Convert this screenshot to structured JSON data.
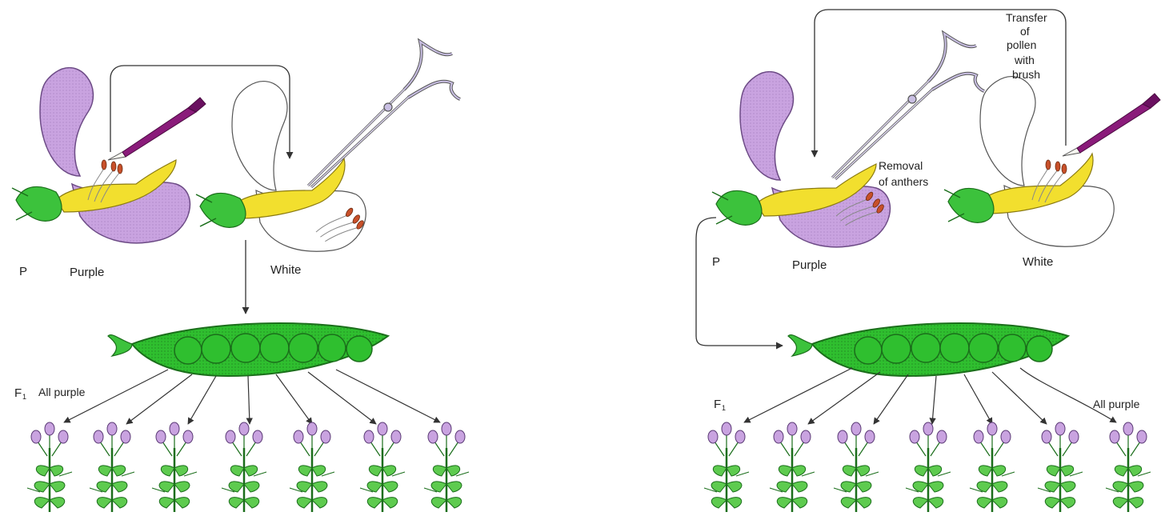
{
  "colors": {
    "purple_petal": "#c9a3e0",
    "purple_dark": "#7a4a9a",
    "white_petal": "#ffffff",
    "yellow_style": "#f2df2e",
    "green_pod": "#2fbf2f",
    "green_dark": "#1b6e1b",
    "brush_handle": "#8a1b7a",
    "scissors": "#c9bfe3",
    "anther": "#c8502a",
    "arrow": "#333333"
  },
  "icons": [
    "paintbrush-icon",
    "scissors-icon",
    "pea-flower-icon",
    "pea-pod-icon",
    "pea-plant-icon"
  ],
  "left": {
    "generation_p": "P",
    "label_purple": "Purple",
    "label_white": "White",
    "generation_f1": "F",
    "generation_f1_sub": "1",
    "label_all_purple": "All purple",
    "f1_plants": 7
  },
  "right": {
    "generation_p": "P",
    "label_purple": "Purple",
    "label_white": "White",
    "transfer_line1": "Transfer",
    "transfer_line2": "of",
    "transfer_line3": "pollen",
    "transfer_line4": "with",
    "transfer_line5": "brush",
    "removal_line1": "Removal",
    "removal_line2": "of anthers",
    "generation_f1": "F",
    "generation_f1_sub": "1",
    "label_all_purple": "All purple",
    "f1_plants": 7
  }
}
